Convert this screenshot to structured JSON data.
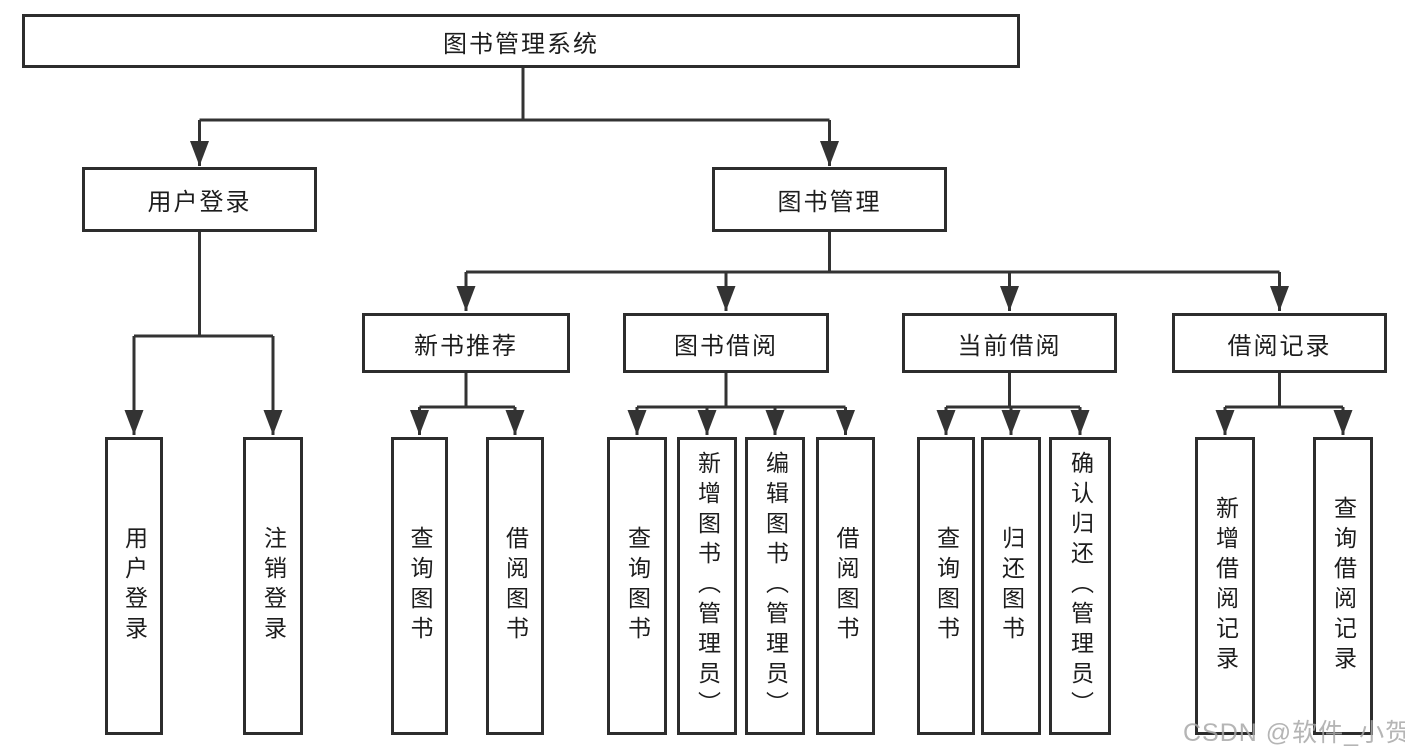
{
  "tree": {
    "root": {
      "label": "图书管理系统",
      "children": [
        {
          "label": "用户登录",
          "children": [
            {
              "label": "用户登录"
            },
            {
              "label": "注销登录"
            }
          ]
        },
        {
          "label": "图书管理",
          "children": [
            {
              "label": "新书推荐",
              "children": [
                {
                  "label": "查询图书"
                },
                {
                  "label": "借阅图书"
                }
              ]
            },
            {
              "label": "图书借阅",
              "children": [
                {
                  "label": "查询图书"
                },
                {
                  "label": "新增图书（管理员）"
                },
                {
                  "label": "编辑图书（管理员）"
                },
                {
                  "label": "借阅图书"
                }
              ]
            },
            {
              "label": "当前借阅",
              "children": [
                {
                  "label": "查询图书"
                },
                {
                  "label": "归还图书"
                },
                {
                  "label": "确认归还（管理员）"
                }
              ]
            },
            {
              "label": "借阅记录",
              "children": [
                {
                  "label": "新增借阅记录"
                },
                {
                  "label": "查询借阅记录"
                }
              ]
            }
          ]
        }
      ]
    }
  },
  "watermark": {
    "text": "CSDN @软件_小贺同学"
  },
  "colors": {
    "line": "#333333",
    "box_border": "#2d2d2d",
    "text": "#1d1d1d",
    "watermark": "#a8a8a8",
    "background": "#ffffff"
  }
}
